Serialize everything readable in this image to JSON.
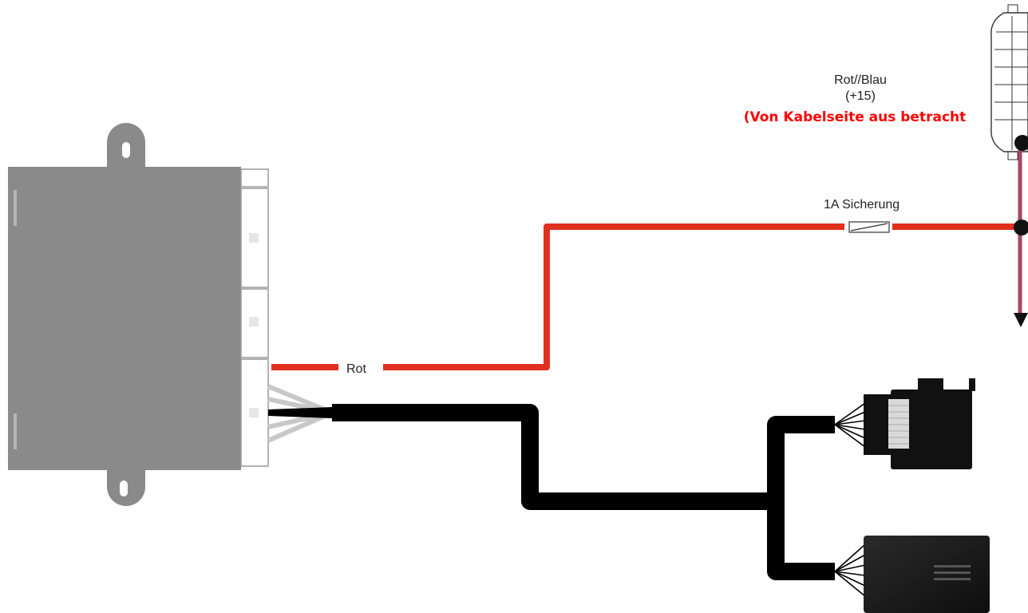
{
  "labels": {
    "wire_rot": "Rot",
    "fuse": "1A Sicherung",
    "connector_color": "Rot//Blau",
    "connector_terminal": "(+15)",
    "viewing_note": "(Von Kabelseite aus betracht"
  },
  "colors": {
    "module_body": "#8a8a8a",
    "wire_red": "#e0301e",
    "wire_black": "#000000",
    "wire_grey": "#c8c8c8",
    "note_red": "#ff0000",
    "wire_blue": "#3a6fd8"
  },
  "icons": {
    "fuse": "fuse-icon",
    "connector_plug": "connector-plug-icon",
    "junction": "junction-dot-icon",
    "arrow": "arrow-down-icon"
  }
}
